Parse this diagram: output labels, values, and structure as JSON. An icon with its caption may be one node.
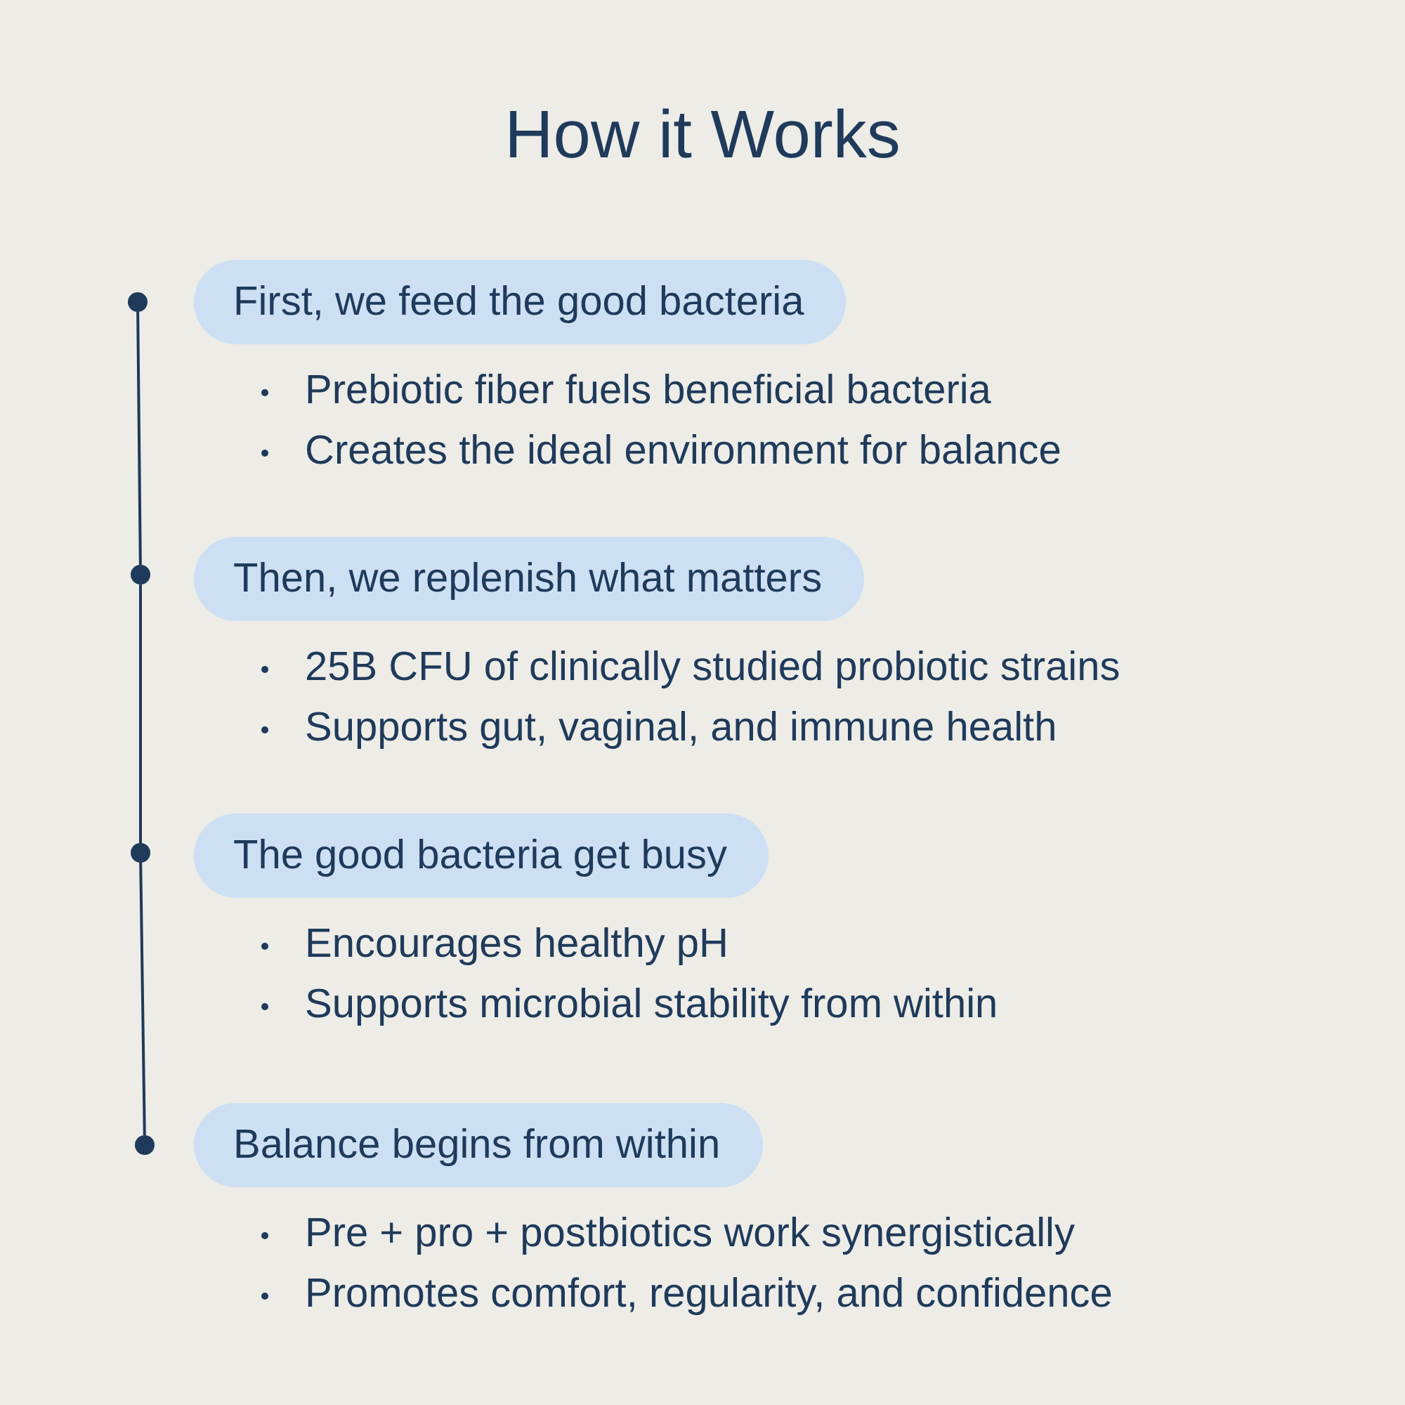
{
  "diagram": {
    "title": "How it Works",
    "nodes": [
      {
        "text": [
          "First, we feed the good bacteria"
        ],
        "beside": [
          "Prebiotic fiber fuels beneficial bacteria",
          "Creates the ideal environment for balance"
        ]
      },
      {
        "text": [
          "Then, we replenish what matters"
        ],
        "beside": [
          "25B CFU of clinically studied probiotic strains",
          "Supports gut, vaginal, and immune health"
        ]
      },
      {
        "text": [
          "The good bacteria get busy"
        ],
        "beside": [
          "Encourages healthy pH",
          "Supports microbial stability from within"
        ]
      },
      {
        "text": [
          "Balance begins from within"
        ],
        "beside": [
          "Pre + pro + postbiotics work synergistically",
          "Promotes comfort, regularity, and confidence"
        ]
      },
      {
        "text": [],
        "shape": "circle"
      },
      {
        "text": [],
        "shape": "circle"
      },
      {
        "text": [],
        "shape": "circle"
      },
      {
        "text": [],
        "shape": "circle"
      }
    ],
    "edges": [
      {
        "from": 4,
        "to": 5,
        "arrow": "none"
      },
      {
        "from": 5,
        "to": 6,
        "arrow": "none"
      },
      {
        "from": 6,
        "to": 7,
        "arrow": "none"
      }
    ]
  }
}
